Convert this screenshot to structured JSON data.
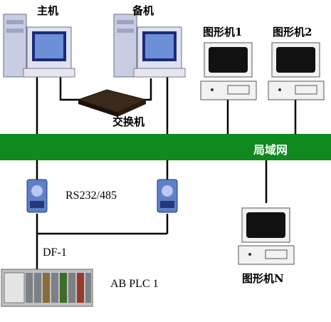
{
  "diagram": {
    "host_label": "主机",
    "backup_label": "备机",
    "switch_label": "交换机",
    "lan_label": "局域网",
    "graphic1_label": "图形机1",
    "graphic2_label": "图形机2",
    "graphicN_label": "图形机N",
    "converter_label": "RS232/485",
    "fieldbus_label": "DF-1",
    "plc_label": "AB PLC 1"
  },
  "colors": {
    "lan_band": "#0e8a1e",
    "wire": "#000000",
    "monitor_body": "#f2f2f2",
    "screen": "#111111",
    "tower": "#cfd3e6"
  }
}
